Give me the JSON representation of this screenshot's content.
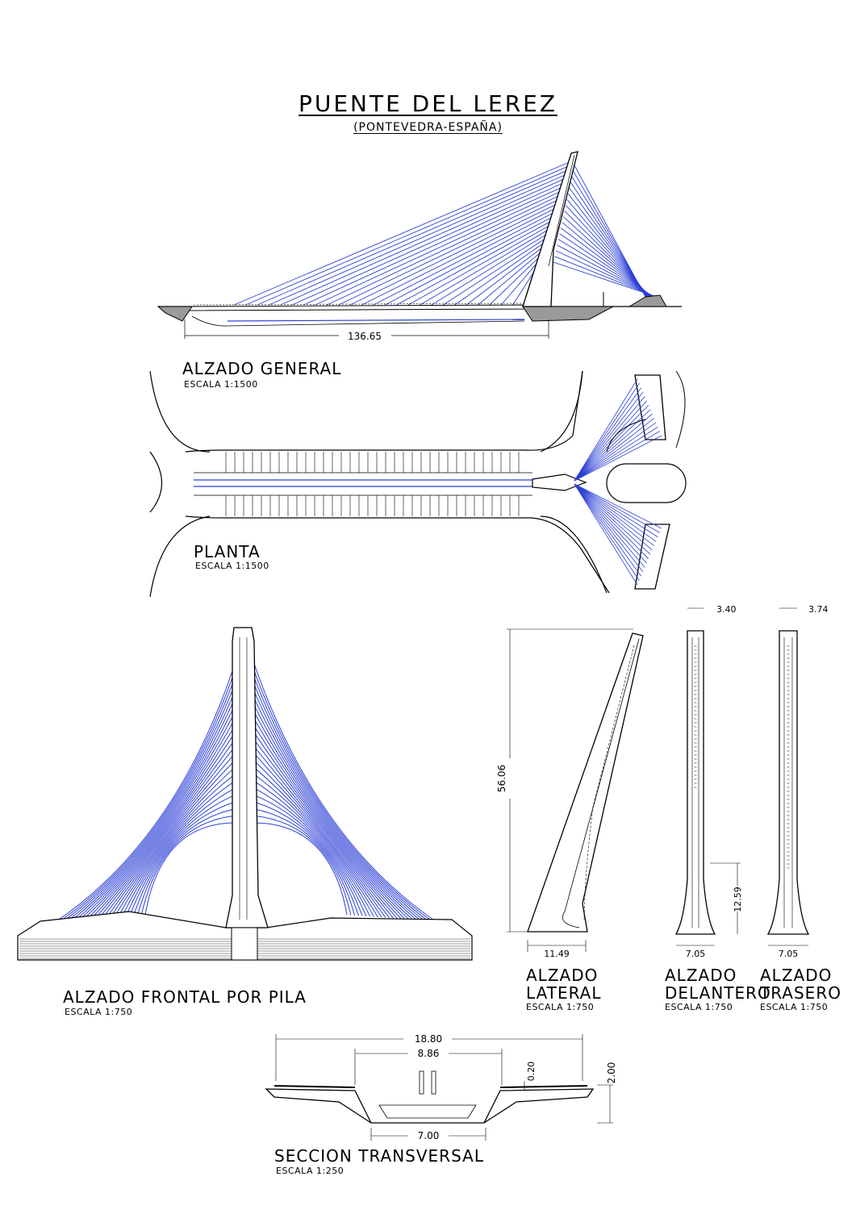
{
  "header": {
    "title": "PUENTE DEL LEREZ",
    "subtitle": "(PONTEVEDRA-ESPAÑA)"
  },
  "views": {
    "alzado_general": {
      "label": "ALZADO GENERAL",
      "scale": "ESCALA 1:1500"
    },
    "planta": {
      "label": "PLANTA",
      "scale": "ESCALA 1:1500"
    },
    "alzado_frontal": {
      "label": "ALZADO FRONTAL POR PILA",
      "scale": "ESCALA 1:750"
    },
    "alzado_lateral": {
      "label_line1": "ALZADO",
      "label_line2": "LATERAL",
      "scale": "ESCALA 1:750"
    },
    "alzado_delantero": {
      "label_line1": "ALZADO",
      "label_line2": "DELANTERO",
      "scale": "ESCALA 1:750"
    },
    "alzado_trasero": {
      "label_line1": "ALZADO",
      "label_line2": "TRASERO",
      "scale": "ESCALA 1:750"
    },
    "seccion": {
      "label": "SECCION TRANSVERSAL",
      "scale": "ESCALA 1:250"
    }
  },
  "dimensions": {
    "span": "136.65",
    "pylon_height": "56.06",
    "lateral_base": "11.49",
    "front_top": "3.40",
    "front_lower": "12.59",
    "front_base": "7.05",
    "rear_top": "3.74",
    "rear_base": "7.05",
    "section_total": "18.80",
    "section_inner": "8.86",
    "section_bottom": "7.00",
    "section_height": "2.00",
    "section_small": "0.20"
  },
  "colors": {
    "cable": "#2b3fd6",
    "line": "#000000",
    "fill_gray": "#9a9a9a"
  }
}
